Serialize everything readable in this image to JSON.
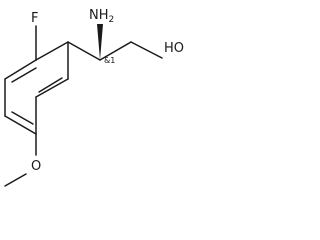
{
  "molecule": {
    "atoms": {
      "fluorine": "F",
      "amine": "NH",
      "amine_subscript": "2",
      "hydroxyl": "HO",
      "ether_oxygen": "O"
    },
    "stereo_descriptor": "&1"
  }
}
